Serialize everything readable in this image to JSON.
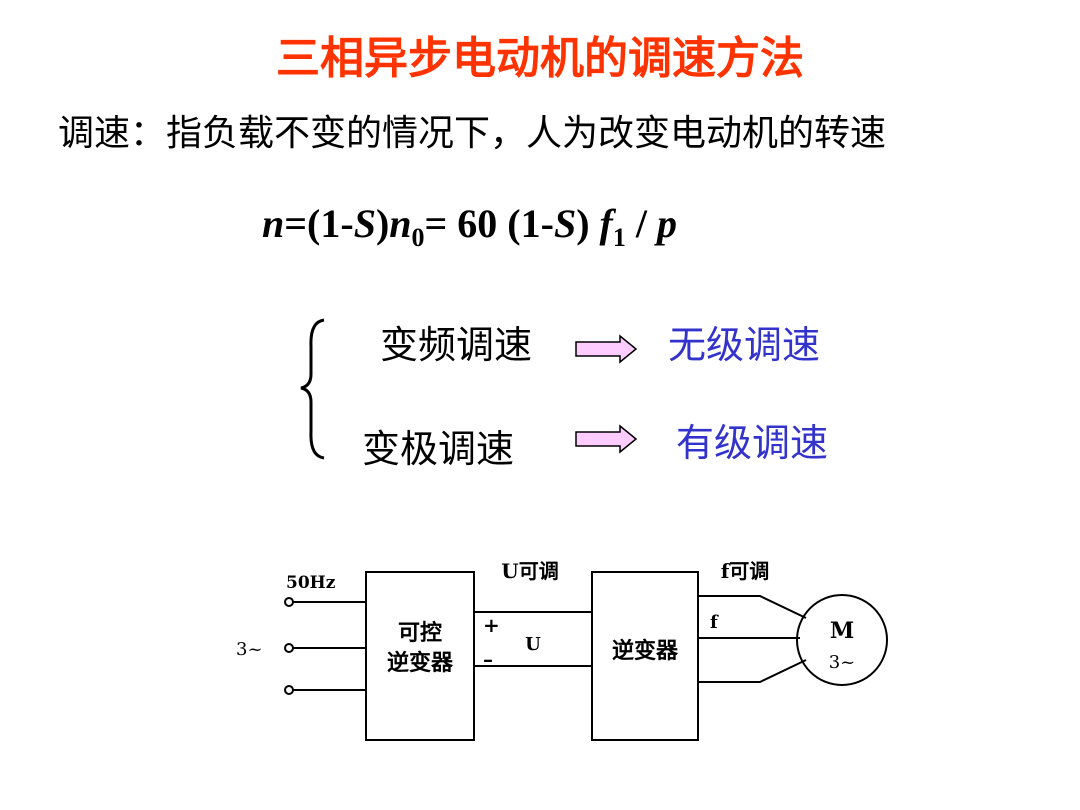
{
  "title": "三相异步电动机的调速方法",
  "definition": "调速：指负载不变的情况下，人为改变电动机的转速",
  "formula": {
    "n": "n",
    "eq1": "=(1-",
    "S": "S",
    "close1": ")",
    "n0": "n",
    "sub0": "0",
    "eq2": "= 60 (1-",
    "S2": "S",
    "close2": ")",
    "f": "f",
    "sub1": "1",
    "slash": " / ",
    "p": "p"
  },
  "methods": [
    {
      "name": "变频调速",
      "result": "无级调速"
    },
    {
      "name": "变极调速",
      "result": "有级调速"
    }
  ],
  "diagram": {
    "supply_freq": "50Hz",
    "supply_phase": "3~",
    "block1_line1": "可控",
    "block1_line2": "逆变器",
    "u_adjustable": "U可调",
    "plus": "+",
    "minus": "–",
    "u": "U",
    "block2": "逆变器",
    "f_adjustable": "f可调",
    "f": "f",
    "motor": "M",
    "motor_phase": "3~"
  },
  "colors": {
    "title": "#ff3300",
    "result_text": "#3333cc",
    "arrow_fill": "#ffccff"
  }
}
